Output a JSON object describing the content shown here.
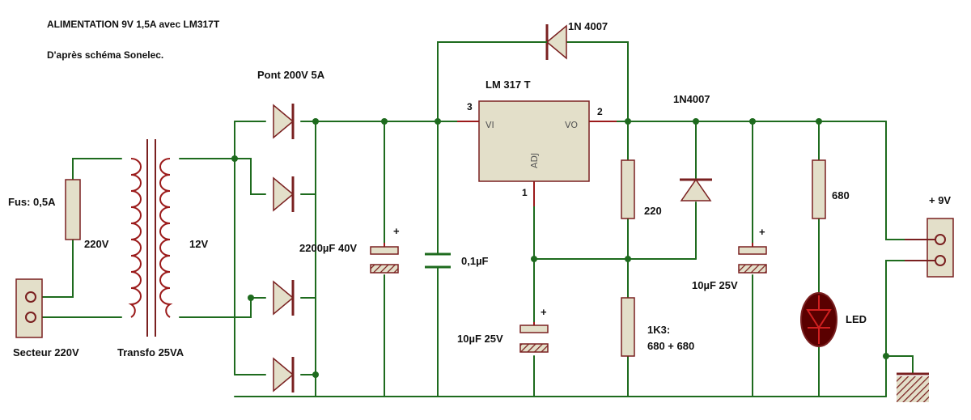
{
  "header": {
    "title": "ALIMENTATION 9V 1,5A  avec LM317T",
    "subtitle": "D'après schéma Sonelec."
  },
  "labels": {
    "fuse": "Fus: 0,5A",
    "primary_voltage": "220V",
    "secondary_voltage": "12V",
    "mains": "Secteur 220V",
    "transformer": "Transfo 25VA",
    "bridge": "Pont 200V 5A",
    "c_bulk": "2200µF 40V",
    "c_bulk_plus": "+",
    "c_decouple": "0,1µF",
    "diode_protect": "1N 4007",
    "regulator": "LM 317 T",
    "pin_in": "3",
    "pin_out": "2",
    "pin_adj": "1",
    "chip_in": "VI",
    "chip_out": "VO",
    "chip_adj": "ADJ",
    "c_adj": "10µF 25V",
    "c_adj_plus": "+",
    "diode_out": "1N4007",
    "r_top": "220",
    "r_bottom_1": "1K3:",
    "r_bottom_2": "680 + 680",
    "c_out": "10µF 25V",
    "c_out_plus": "+",
    "r_led": "680",
    "led": "LED",
    "output": "+ 9V"
  },
  "colors": {
    "wire": "#1e6b1e",
    "lead": "#9b1a1a",
    "component_fill": "#e3dfc9"
  }
}
